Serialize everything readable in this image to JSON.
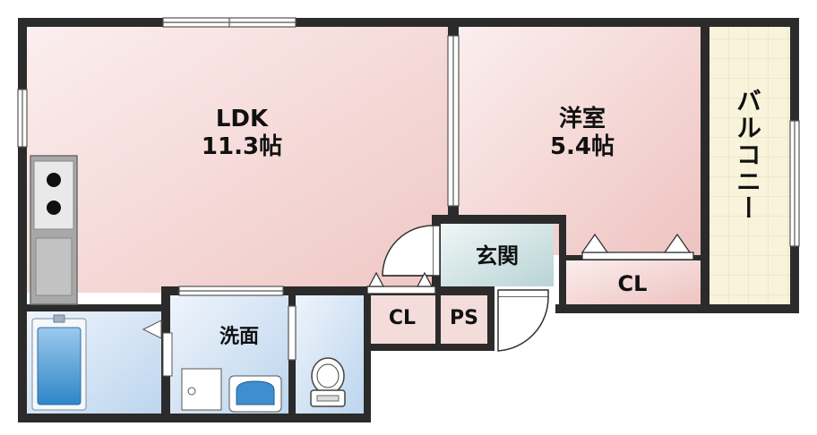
{
  "rooms": {
    "ldk": {
      "name": "LDK",
      "size": "11.3帖"
    },
    "western": {
      "name": "洋室",
      "size": "5.4帖"
    },
    "balcony": {
      "name": "バルコニー"
    },
    "entrance": {
      "name": "玄関"
    },
    "closet_western": {
      "name": "CL"
    },
    "closet_hall": {
      "name": "CL"
    },
    "pipe_space": {
      "name": "PS"
    },
    "washroom": {
      "name": "洗面"
    }
  },
  "colors": {
    "wall": "#2b2b2b",
    "room_pink": "#f3d2d0",
    "wet_blue": "#cfe2f3",
    "balcony_tile": "#f7f2d9",
    "kitchen_gray": "#9a9a9a"
  }
}
